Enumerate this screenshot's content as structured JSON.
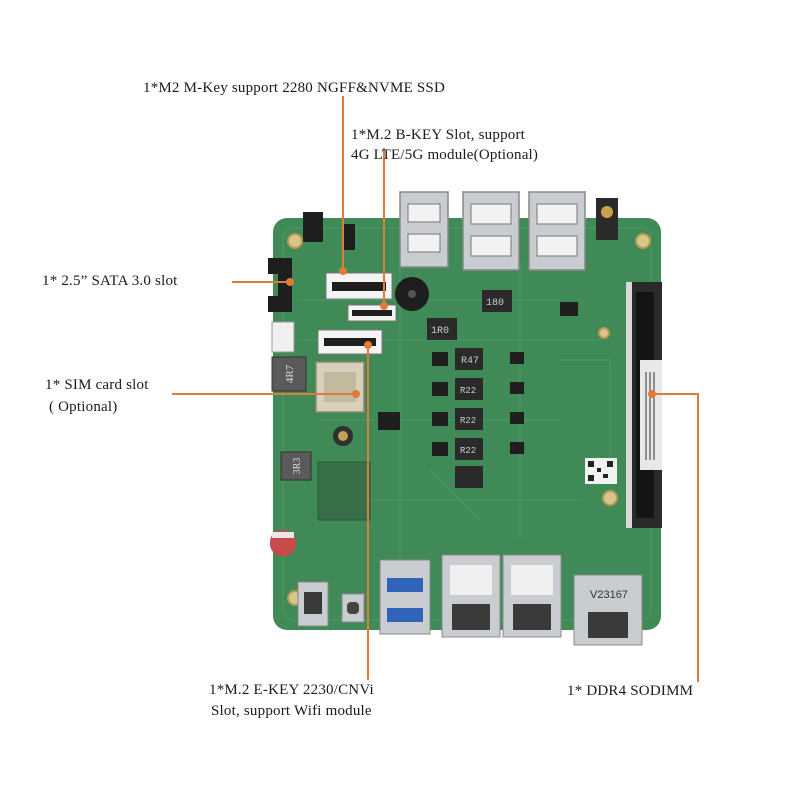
{
  "labels": {
    "m2_mkey": "1*M2 M-Key  support 2280 NGFF&NVME SSD",
    "m2_bkey_line1": "1*M.2 B-KEY Slot, support",
    "m2_bkey_line2": "4G LTE/5G module(Optional)",
    "sata": "1* 2.5”  SATA 3.0 slot",
    "sim_line1": "1* SIM card slot",
    "sim_line2": "( Optional)",
    "m2_ekey_line1": "1*M.2 E-KEY 2230/CNVi",
    "m2_ekey_line2": "Slot, support Wifi module",
    "ddr4": "1* DDR4 SODIMM"
  },
  "board_marks": {
    "chip_4r7": "4R7",
    "chip_3r3": "3R3",
    "res_r47": "R47",
    "res_180": "180",
    "res_1r0": "1R0",
    "res_r22a": "R22",
    "res_r22b": "R22",
    "res_r22c": "R22",
    "lan_mark": "V23167"
  },
  "colors": {
    "pcb": "#3f8a57",
    "pcb_dark": "#2f6f45",
    "leader": "#e07b39",
    "metal": "#c9cdd1",
    "slot": "#1e1e1e"
  }
}
